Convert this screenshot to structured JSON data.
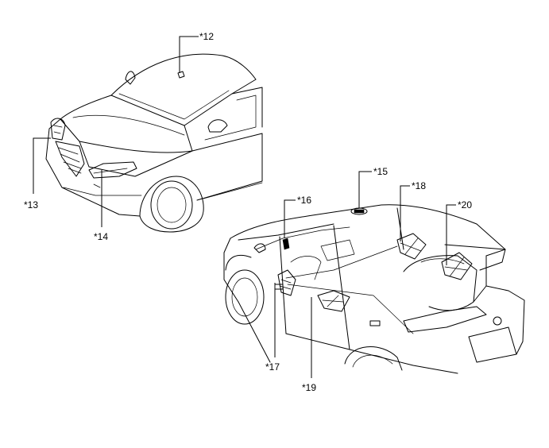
{
  "callouts": {
    "c12": "*12",
    "c13": "*13",
    "c14": "*14",
    "c15": "*15",
    "c16": "*16",
    "c17": "*17",
    "c18": "*18",
    "c19": "*19",
    "c20": "*20"
  }
}
